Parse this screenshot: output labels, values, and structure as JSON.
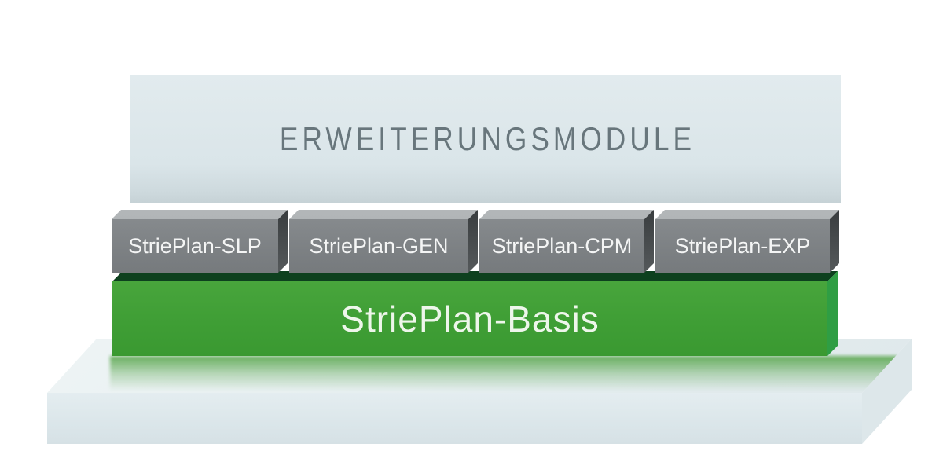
{
  "diagram": {
    "header": "ERWEITERUNGSMODULE",
    "modules": [
      {
        "id": "slp",
        "label": "StriePlan-SLP"
      },
      {
        "id": "gen",
        "label": "StriePlan-GEN"
      },
      {
        "id": "cpm",
        "label": "StriePlan-CPM"
      },
      {
        "id": "exp",
        "label": "StriePlan-EXP"
      }
    ],
    "basis": {
      "label": "StriePlan-Basis"
    },
    "colors": {
      "brand_green": "#3f9e35",
      "dark_green_edge": "#0d401e",
      "module_gray": "#7e8285",
      "module_top_gray": "#a9aeb0",
      "module_side_gray": "#45494b",
      "panel_blue_gray": "#dbe6ea",
      "platform_blue_gray": "#e0e9ec",
      "header_text": "#68767c",
      "label_text": "#f4f5f5"
    }
  }
}
